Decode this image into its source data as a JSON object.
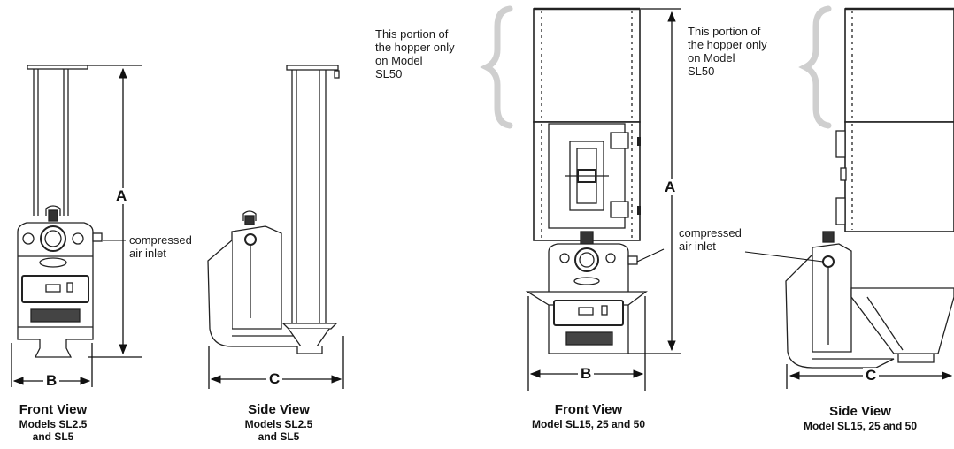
{
  "notes": {
    "hopper_left": [
      "This portion of",
      "the hopper only",
      "on Model",
      "SL50"
    ],
    "hopper_right": [
      "This portion of",
      "the hopper only",
      "on Model",
      "SL50"
    ],
    "air_left": [
      "compressed",
      "air inlet"
    ],
    "air_right": [
      "compressed",
      "air inlet"
    ]
  },
  "dimensions": {
    "a": "A",
    "b": "B",
    "c": "C"
  },
  "captions": {
    "front_small": {
      "title": "Front View",
      "sub": [
        "Models  SL2.5",
        "and SL5"
      ]
    },
    "side_small": {
      "title": "Side View",
      "sub": [
        "Models  SL2.5",
        "and SL5"
      ]
    },
    "front_large": {
      "title": "Front View",
      "sub": [
        "Model  SL15, 25 and 50"
      ]
    },
    "side_large": {
      "title": "Side View",
      "sub": [
        "Model  SL15, 25 and 50"
      ]
    }
  }
}
